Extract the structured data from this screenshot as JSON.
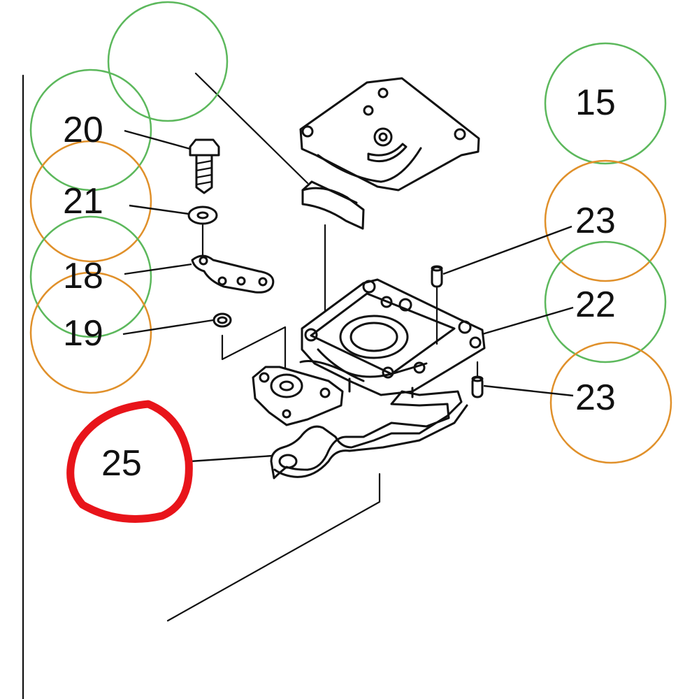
{
  "colors": {
    "green_circle": "#5cb85c",
    "orange_circle": "#e0902a",
    "red_mark": "#e8141a",
    "line": "#111111",
    "background": "#ffffff"
  },
  "parts": {
    "p15": "15",
    "p20": "20",
    "p21": "21",
    "p18": "18",
    "p19": "19",
    "p23_top": "23",
    "p22": "22",
    "p23_bottom": "23",
    "p25": "25"
  },
  "circles": [
    {
      "label": "15",
      "color": "green"
    },
    {
      "label": "20",
      "color": "green"
    },
    {
      "label": "21",
      "color": "orange"
    },
    {
      "label": "18",
      "color": "green"
    },
    {
      "label": "19",
      "color": "orange"
    },
    {
      "label": "23",
      "color": "orange"
    },
    {
      "label": "22",
      "color": "green"
    },
    {
      "label": "23",
      "color": "orange"
    }
  ],
  "highlight": {
    "label": "25",
    "color": "red"
  }
}
